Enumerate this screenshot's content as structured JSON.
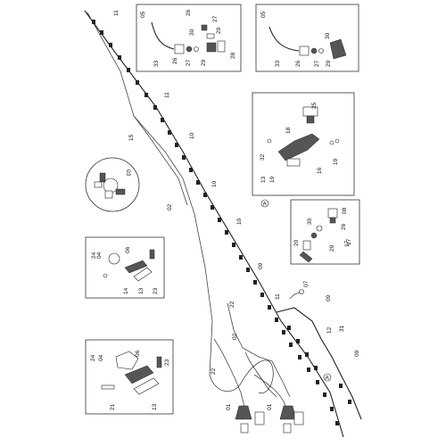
{
  "labels": {
    "main": [
      "11",
      "11",
      "15",
      "10",
      "10",
      "10",
      "02",
      "09",
      "11",
      "07",
      "09",
      "22",
      "02",
      "12",
      "31",
      "09",
      "22",
      "01",
      "01",
      "17",
      "A",
      "A"
    ],
    "circle": [
      "03"
    ],
    "box1": [
      "05",
      "26",
      "30",
      "27",
      "29",
      "33",
      "26",
      "27",
      "29",
      "28"
    ],
    "box2": [
      "05",
      "30",
      "33",
      "26",
      "27",
      "29"
    ],
    "box3": [
      "25",
      "18",
      "32",
      "13",
      "19",
      "16",
      "19"
    ],
    "box4": [
      "08",
      "30",
      "20",
      "26",
      "29",
      "17"
    ],
    "box5": [
      "24",
      "04",
      "06",
      "14",
      "13",
      "23"
    ],
    "box6": [
      "24",
      "04",
      "06",
      "21",
      "13",
      "23"
    ]
  }
}
